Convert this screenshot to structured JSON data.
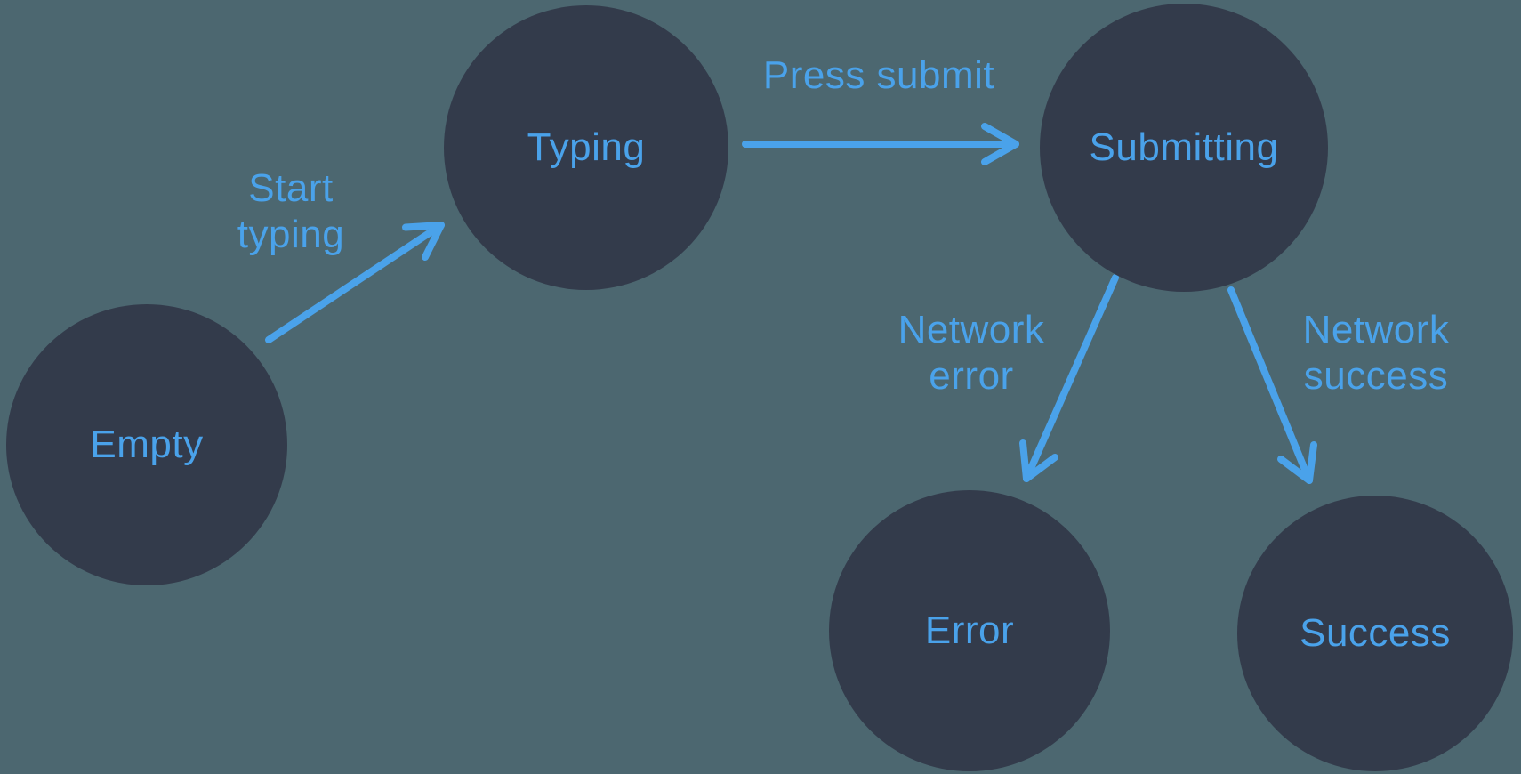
{
  "diagram": {
    "type": "state-machine",
    "colors": {
      "background": "#4c6770",
      "node_fill": "#333b4b",
      "accent": "#4aa2ea"
    },
    "nodes": [
      {
        "id": "empty",
        "label": "Empty"
      },
      {
        "id": "typing",
        "label": "Typing"
      },
      {
        "id": "submitting",
        "label": "Submitting"
      },
      {
        "id": "error",
        "label": "Error"
      },
      {
        "id": "success",
        "label": "Success"
      }
    ],
    "edges": [
      {
        "from": "Empty",
        "to": "Typing",
        "label": "Start typing"
      },
      {
        "from": "Typing",
        "to": "Submitting",
        "label": "Press submit"
      },
      {
        "from": "Submitting",
        "to": "Error",
        "label": "Network error"
      },
      {
        "from": "Submitting",
        "to": "Success",
        "label": "Network success"
      }
    ]
  }
}
